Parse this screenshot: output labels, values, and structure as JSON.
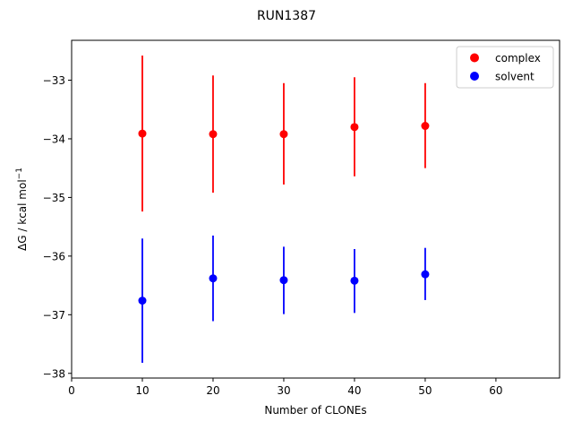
{
  "chart_data": {
    "type": "scatter",
    "title": "RUN1387",
    "xlabel": "Number of CLONEs",
    "ylabel": "ΔG / kcal mol",
    "ylabel_superscript": "−1",
    "xlim": [
      0,
      69
    ],
    "ylim": [
      -38.08,
      -32.32
    ],
    "xticks": [
      0,
      10,
      20,
      30,
      40,
      50,
      60
    ],
    "yticks": [
      -38,
      -37,
      -36,
      -35,
      -34,
      -33
    ],
    "ytick_labels": [
      "−38",
      "−37",
      "−36",
      "−35",
      "−34",
      "−33"
    ],
    "grid": false,
    "legend_position": "top-right",
    "series": [
      {
        "name": "complex",
        "color": "#ff0000",
        "x": [
          10,
          20,
          30,
          40,
          50
        ],
        "y": [
          -33.91,
          -33.92,
          -33.92,
          -33.8,
          -33.78
        ],
        "yerr_low": [
          -35.24,
          -34.92,
          -34.78,
          -34.64,
          -34.5
        ],
        "yerr_high": [
          -32.58,
          -32.92,
          -33.05,
          -32.95,
          -33.05
        ]
      },
      {
        "name": "solvent",
        "color": "#0000ff",
        "x": [
          10,
          20,
          30,
          40,
          50
        ],
        "y": [
          -36.76,
          -36.38,
          -36.41,
          -36.42,
          -36.31
        ],
        "yerr_low": [
          -37.82,
          -37.11,
          -36.99,
          -36.97,
          -36.75
        ],
        "yerr_high": [
          -35.7,
          -35.65,
          -35.84,
          -35.88,
          -35.86
        ]
      }
    ]
  }
}
